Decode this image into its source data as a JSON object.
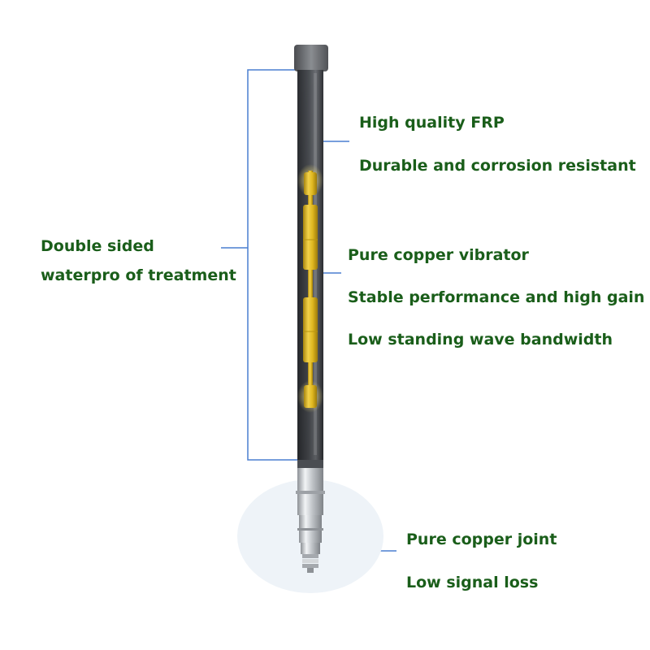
{
  "callouts": {
    "frp_line1": "High quality FRP",
    "frp_line2": "Durable and corrosion resistant",
    "waterproof_line1": "Double sided",
    "waterproof_line2": "waterpro of treatment",
    "vibrator_line1": "Pure copper vibrator",
    "vibrator_line2": "Stable performance and high gain",
    "vibrator_line3": "Low standing wave bandwidth",
    "joint_line1": "Pure copper joint",
    "joint_line2": "Low signal loss"
  },
  "colors": {
    "label_text": "#1a5e1a",
    "leader_line": "#4a7fd0",
    "radome": "#3a3d42",
    "copper": "#d9b21a",
    "metal": "#c8ccd0"
  }
}
